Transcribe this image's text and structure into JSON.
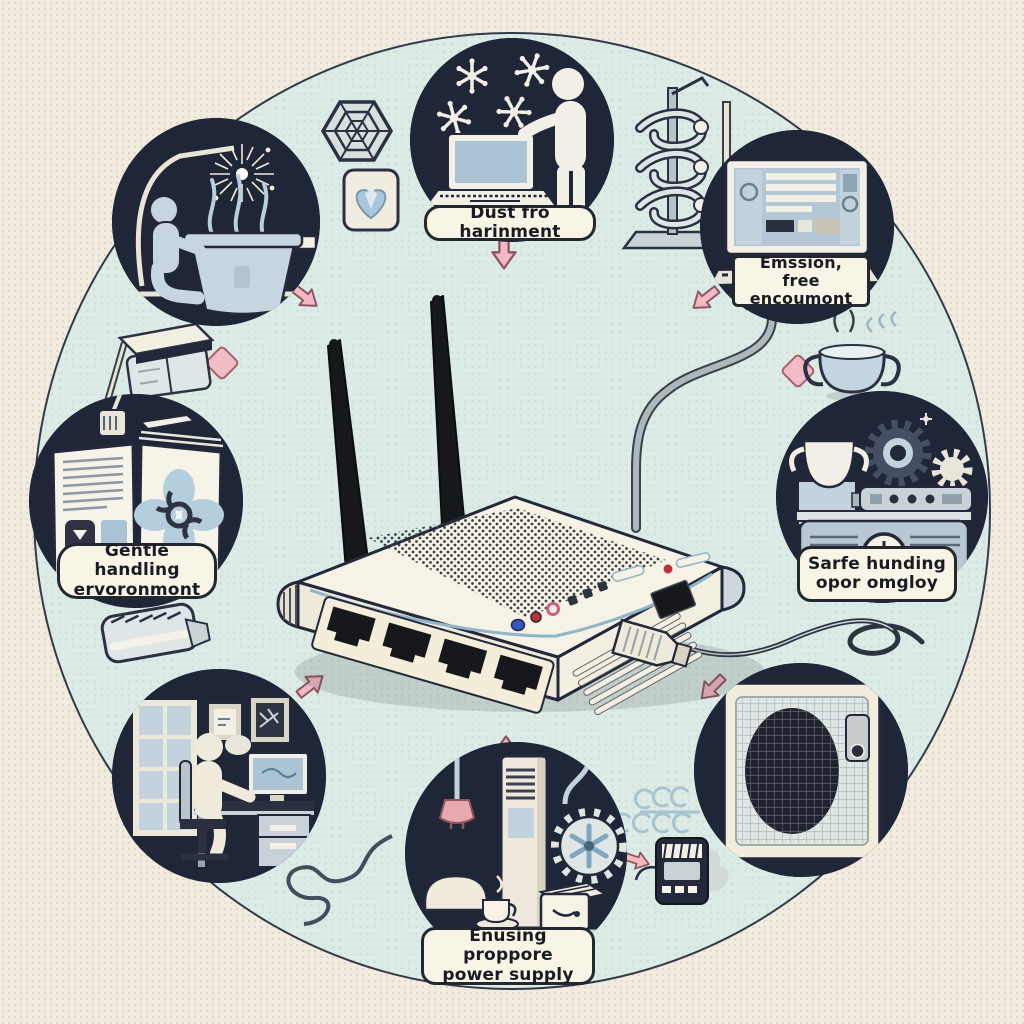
{
  "labels": {
    "dust_free": {
      "line1": "Dust fro harinment"
    },
    "emission_free": {
      "line1": "Emssion, free",
      "line2": "encoumont"
    },
    "safe_handling": {
      "line1": "Sarfe hunding",
      "line2": "opor omgloy"
    },
    "gentle_handling": {
      "line1": "Gentle handling",
      "line2": "ervoronmont"
    },
    "power_supply": {
      "line1": "Enusing proppore",
      "line2": "power supply"
    }
  },
  "colors": {
    "outer_background": "#f1ecdf",
    "inner_circle": "#dcebe5",
    "vignette_background": "#1f2637",
    "accent_pink": "#f2b9c4",
    "light_blue": "#b9cfdc",
    "cream": "#f6f2e5",
    "outline": "#23283a",
    "led_blue": "#3356c8",
    "led_red": "#c03038"
  }
}
